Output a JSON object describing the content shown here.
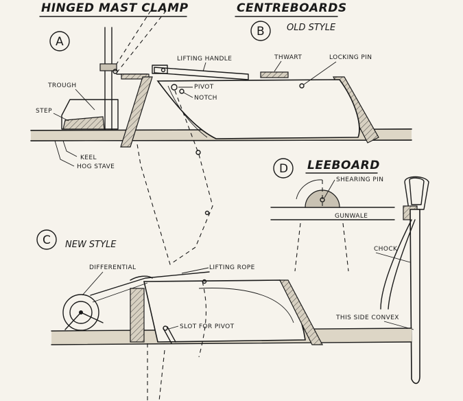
{
  "titles": {
    "hinged_mast_clamp": "HINGED MAST CLAMP",
    "centreboards": "CENTREBOARDS",
    "old_style": "OLD STYLE",
    "new_style": "NEW STYLE",
    "leeboard": "LEEBOARD"
  },
  "letters": {
    "a": "A",
    "b": "B",
    "c": "C",
    "d": "D"
  },
  "labels": {
    "trough": "TROUGH",
    "step": "STEP",
    "keel": "KEEL",
    "hog_stave": "HOG STAVE",
    "lifting_handle": "LIFTING HANDLE",
    "thwart": "THWART",
    "locking_pin": "LOCKING PIN",
    "pivot": "PIVOT",
    "notch": "NOTCH",
    "differential": "DIFFERENTIAL",
    "lifting_rope": "LIFTING ROPE",
    "slot_for_pivot": "SLOT FOR PIVOT",
    "shearing_pin": "SHEARING PIN",
    "gunwale": "GUNWALE",
    "chock": "CHOCK",
    "this_side_convex": "THIS SIDE CONVEX"
  },
  "colors": {
    "ink": "#1a1a1a",
    "paper": "#f6f3ec",
    "wood": "#c9c2b3"
  }
}
